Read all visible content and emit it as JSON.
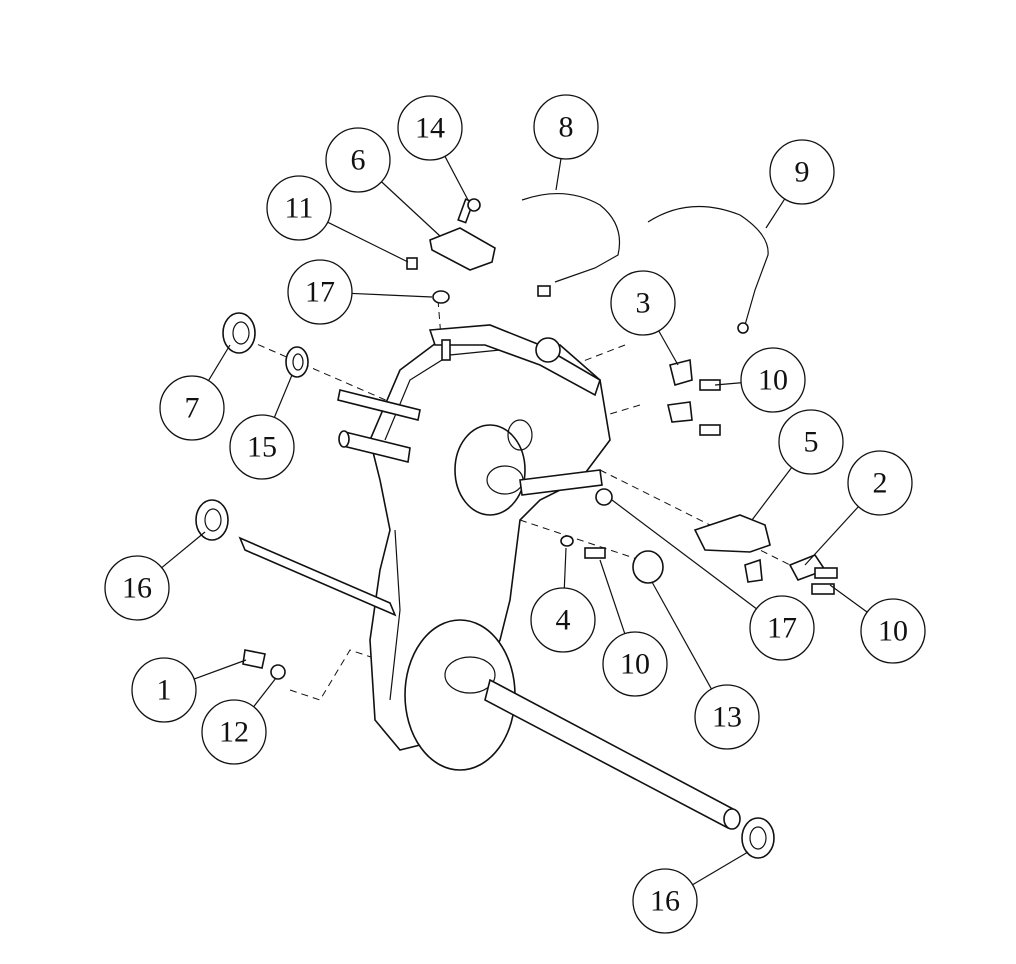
{
  "diagram": {
    "type": "exploded-parts-diagram",
    "callouts": [
      "14",
      "8",
      "6",
      "9",
      "11",
      "17",
      "3",
      "7",
      "15",
      "10",
      "5",
      "2",
      "16",
      "4",
      "17",
      "10",
      "10",
      "1",
      "12",
      "13",
      "16"
    ]
  }
}
